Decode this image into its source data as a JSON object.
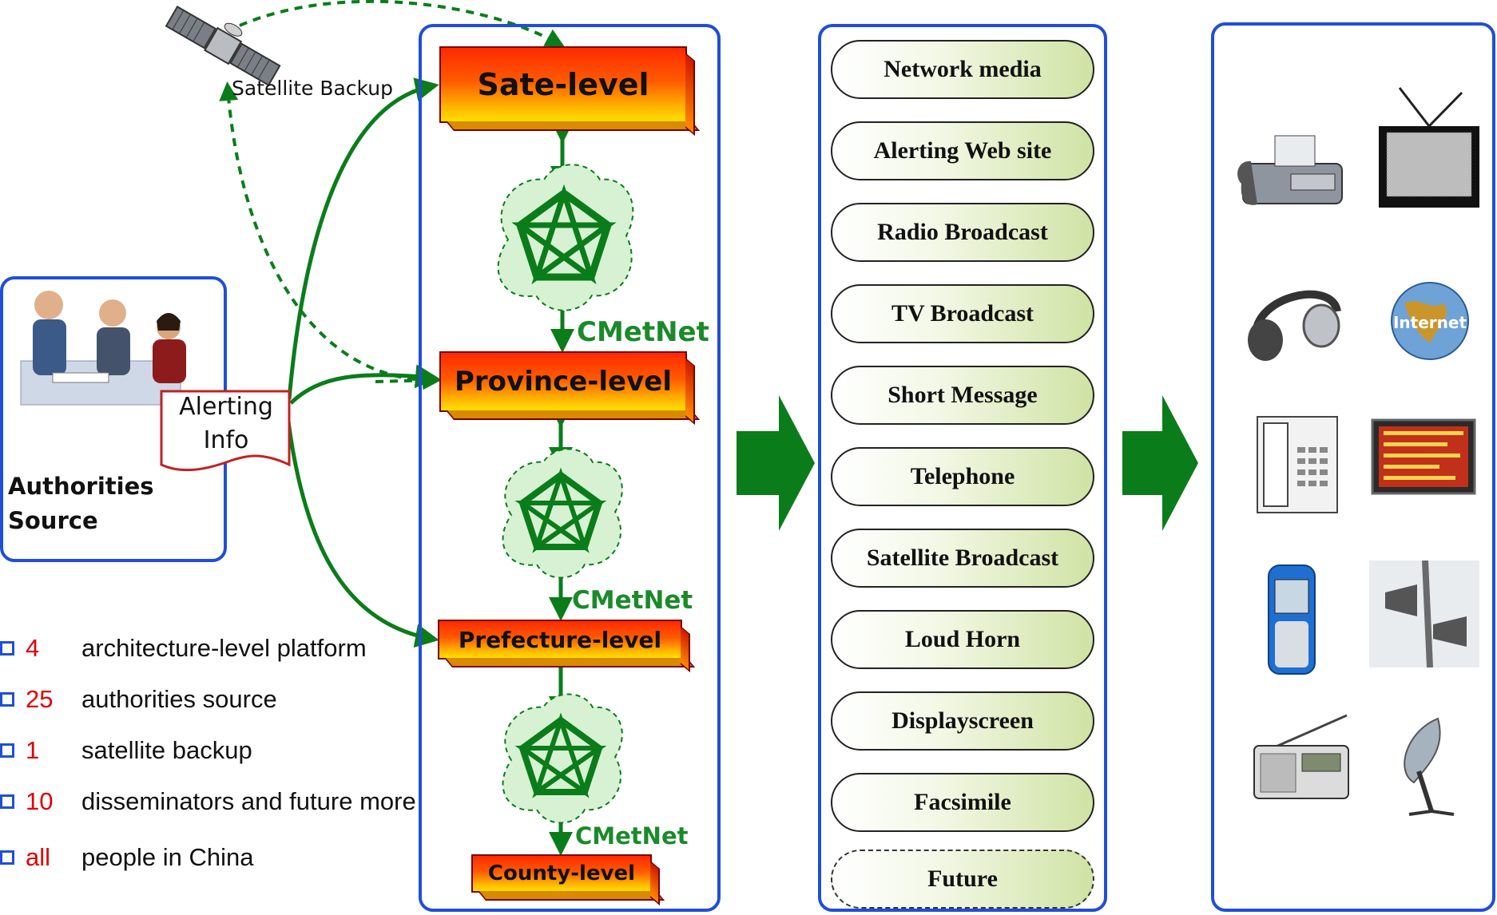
{
  "satellite_label": "Satellite Backup",
  "authorities": {
    "label_line1": "Authorities",
    "label_line2": "Source"
  },
  "alerting_info": {
    "line1": "Alerting",
    "line2": "Info"
  },
  "levels": [
    "Sate-level",
    "Province-level",
    "Prefecture-level",
    "County-level"
  ],
  "network_label": "CMetNet",
  "channels": [
    "Network media",
    "Alerting Web site",
    "Radio Broadcast",
    "TV Broadcast",
    "Short Message",
    "Telephone",
    "Satellite Broadcast",
    "Loud Horn",
    "Displayscreen",
    "Facsimile",
    "Future"
  ],
  "stats": [
    {
      "num": "4",
      "text": "architecture-level platform"
    },
    {
      "num": "25",
      "text": "authorities source"
    },
    {
      "num": "1",
      "text": "satellite backup"
    },
    {
      "num": "10",
      "text": "disseminators and future more"
    },
    {
      "num": "all",
      "text": "people in China"
    }
  ],
  "devices": [
    "fax-machine",
    "television",
    "headphones",
    "internet-globe",
    "telephone",
    "led-display",
    "mobile-phone",
    "loud-horn",
    "radio",
    "satellite-dish"
  ],
  "display_screen_text": "",
  "globe_text": "Internet",
  "colors": {
    "panel_border": "#1f4fd8",
    "arrow_green": "#0a7d1a",
    "level_red": "#ff2a00",
    "stat_number": "#e00000"
  }
}
